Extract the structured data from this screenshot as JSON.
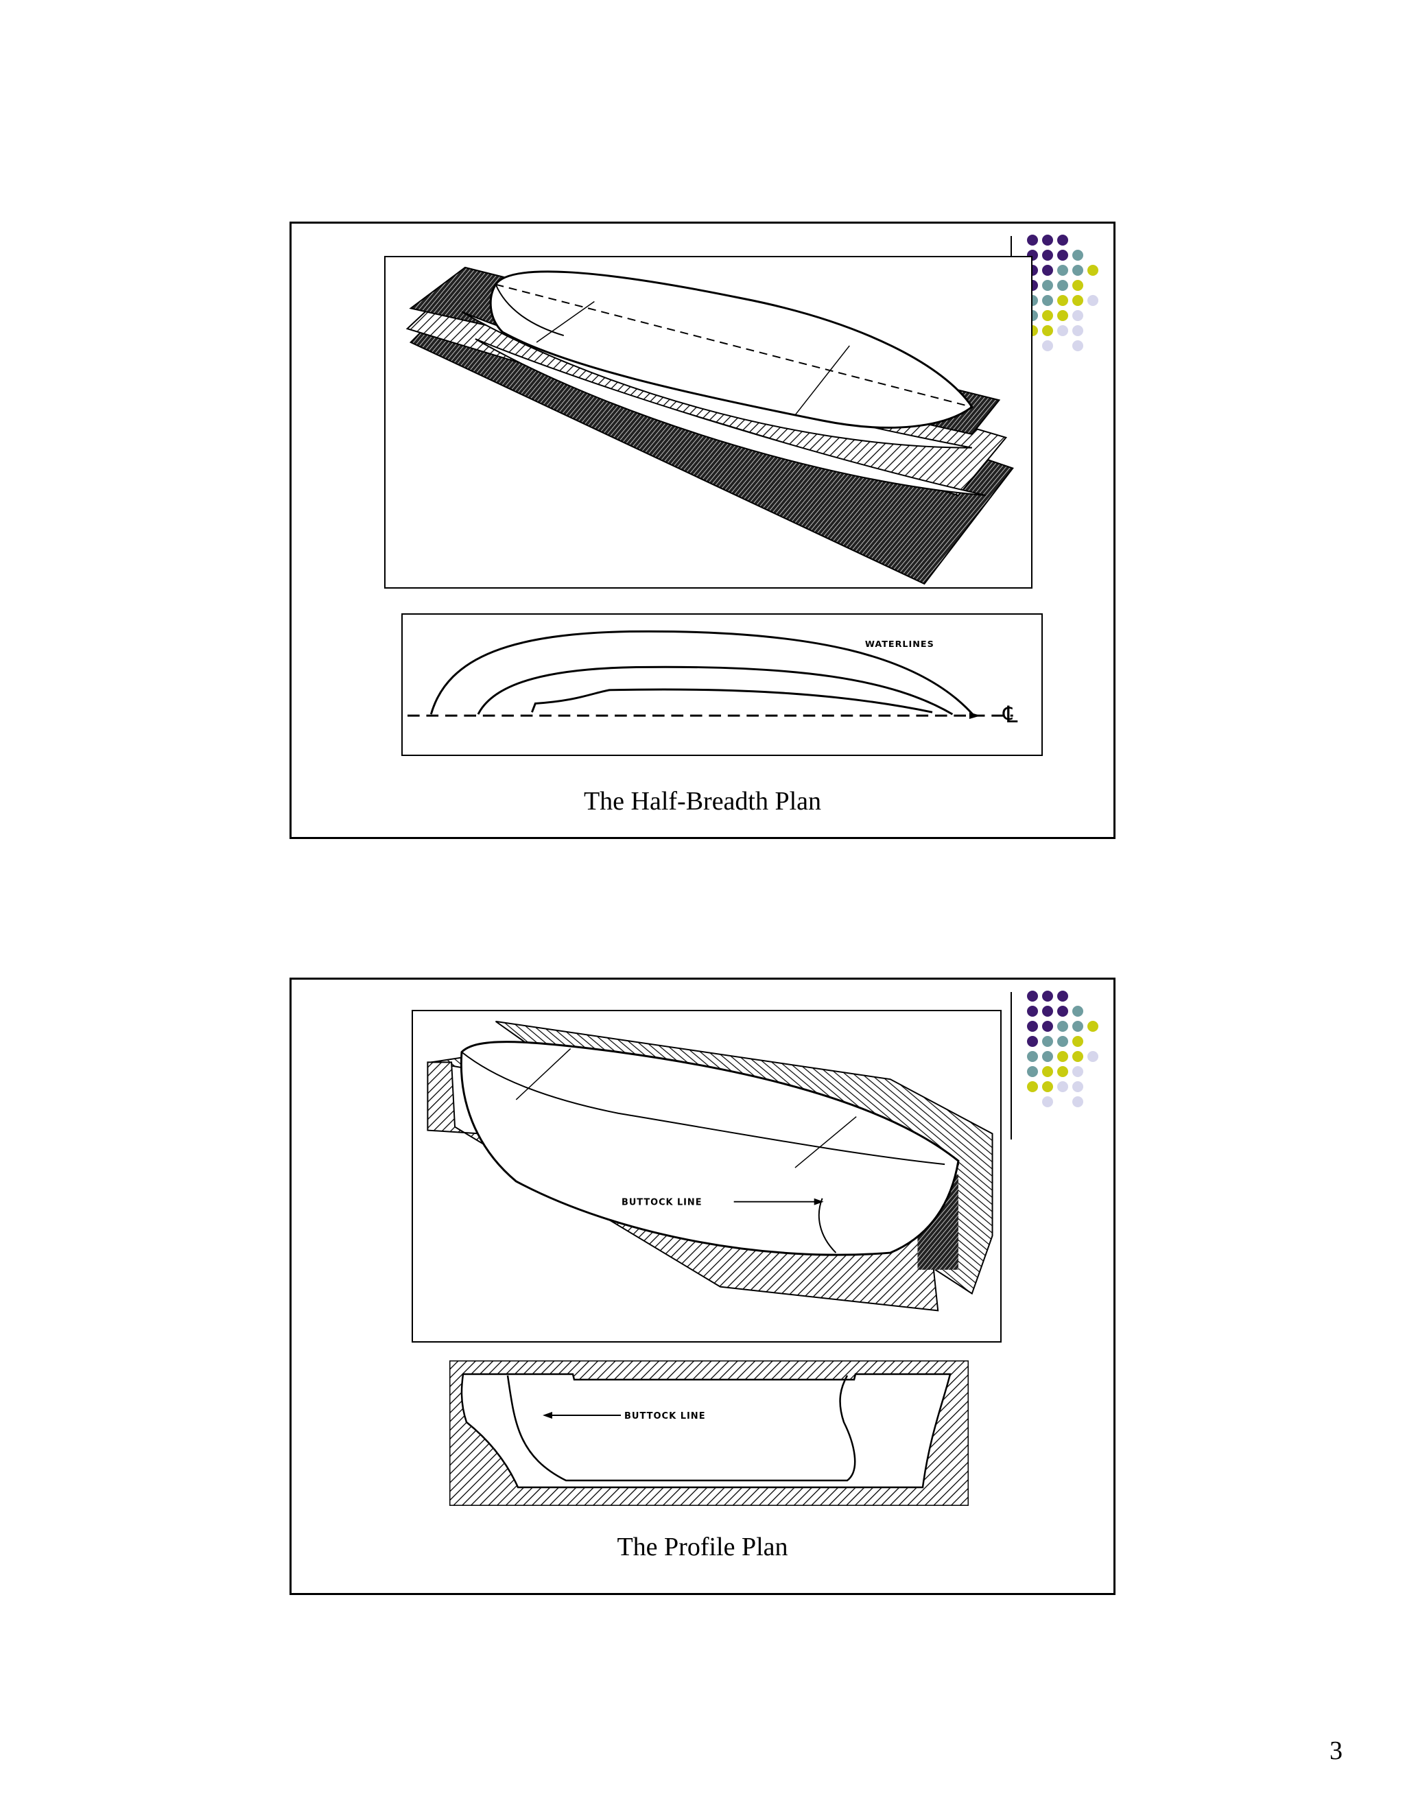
{
  "colors": {
    "dot_purple": "#3d1a6e",
    "dot_teal": "#6f9da0",
    "dot_lime": "#c8cc10",
    "dot_lavender": "#d6d6ec"
  },
  "dot_grid": [
    [
      "purple",
      "purple",
      "purple",
      "",
      "",
      ""
    ],
    [
      "purple",
      "purple",
      "purple",
      "teal",
      "",
      ""
    ],
    [
      "purple",
      "purple",
      "teal",
      "teal",
      "lime",
      ""
    ],
    [
      "purple",
      "teal",
      "teal",
      "lime",
      "",
      ""
    ],
    [
      "teal",
      "teal",
      "lime",
      "lime",
      "lavender",
      ""
    ],
    [
      "teal",
      "lime",
      "lime",
      "lavender",
      "",
      ""
    ],
    [
      "lime",
      "lime",
      "lavender",
      "lavender",
      "",
      ""
    ],
    [
      "",
      "lavender",
      "",
      "lavender",
      "",
      ""
    ]
  ],
  "slides": [
    {
      "caption": "The Half-Breadth Plan",
      "figure_label": "WATERLINES",
      "figure_symbol": "℄",
      "icon": "hull-with-waterline-planes"
    },
    {
      "caption": "The Profile Plan",
      "figure_label_top": "BUTTOCK   LINE",
      "figure_label_bottom": "BUTTOCK   LINE",
      "icon": "hull-with-buttock-planes"
    }
  ],
  "page_number": "3"
}
